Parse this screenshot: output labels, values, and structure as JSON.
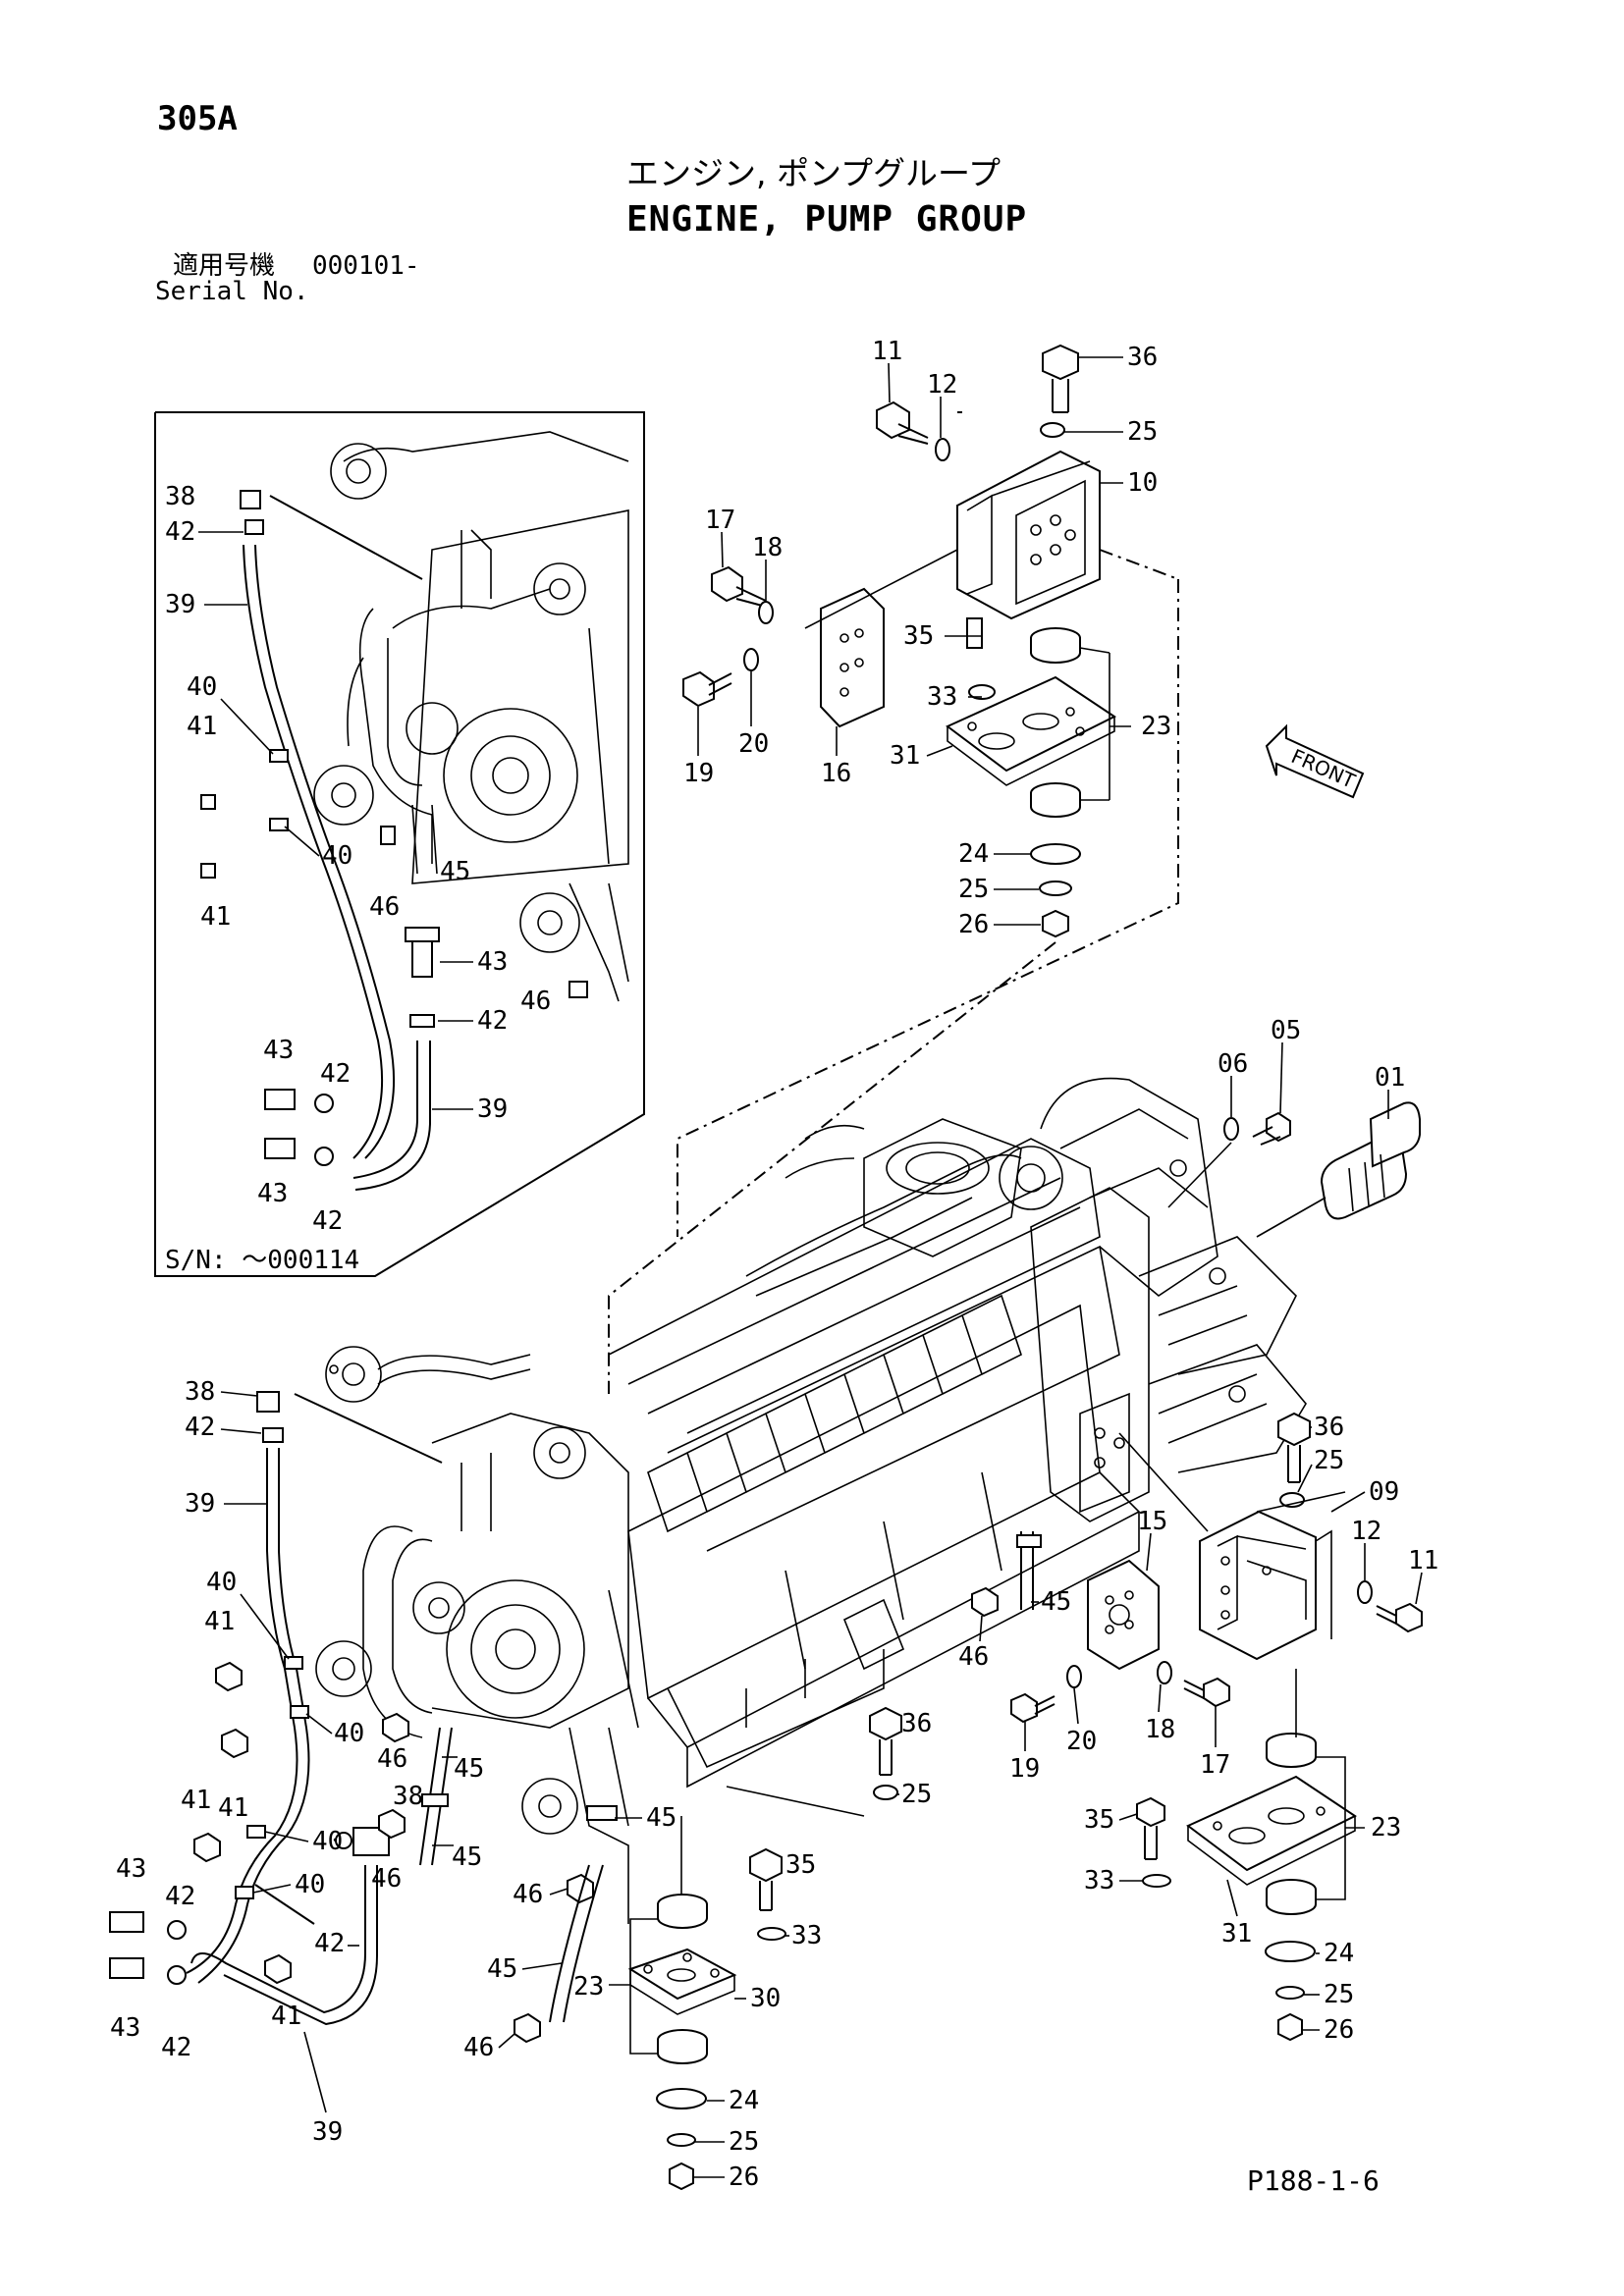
{
  "header": {
    "page_number": "305A",
    "title_jp": "エンジン, ポンプグループ",
    "title_en": "ENGINE, PUMP GROUP",
    "serial_label_jp": "適用号機",
    "serial_value": "000101-",
    "serial_label_en": "Serial No."
  },
  "inset": {
    "serial_note": "S/N: ～000114"
  },
  "front_arrow_label": "FRONT",
  "reference": "P188-1-6",
  "callouts": {
    "c01": "01",
    "c05": "05",
    "c06": "06",
    "c09": "09",
    "c10": "10",
    "c11": "11",
    "c12": "12",
    "c15": "15",
    "c16": "16",
    "c17": "17",
    "c18": "18",
    "c19": "19",
    "c20": "20",
    "c23": "23",
    "c24": "24",
    "c25": "25",
    "c26": "26",
    "c30": "30",
    "c31": "31",
    "c33": "33",
    "c35": "35",
    "c36": "36",
    "c38": "38",
    "c39": "39",
    "c40": "40",
    "c41": "41",
    "c42": "42",
    "c43": "43",
    "c45": "45",
    "c46": "46"
  }
}
